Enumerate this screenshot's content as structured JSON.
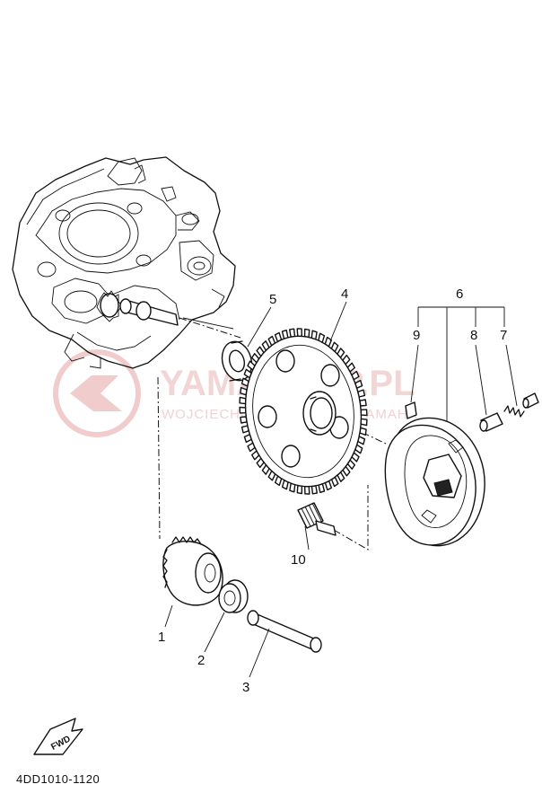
{
  "diagram_code": "4DD1010-1120",
  "fwd_label": "FWD",
  "watermark": {
    "main": "YAMASHOP.PL",
    "sub": "WOJCIECHOWSKI SKALEK YAMAHA"
  },
  "callouts": [
    {
      "id": "1",
      "text": "1"
    },
    {
      "id": "2",
      "text": "2"
    },
    {
      "id": "3",
      "text": "3"
    },
    {
      "id": "4",
      "text": "4"
    },
    {
      "id": "5",
      "text": "5"
    },
    {
      "id": "6",
      "text": "6"
    },
    {
      "id": "7",
      "text": "7"
    },
    {
      "id": "8",
      "text": "8"
    },
    {
      "id": "9",
      "text": "9"
    },
    {
      "id": "10",
      "text": "10"
    }
  ],
  "colors": {
    "line": "#111111",
    "watermark": "#e8b4b4",
    "background": "#ffffff"
  }
}
